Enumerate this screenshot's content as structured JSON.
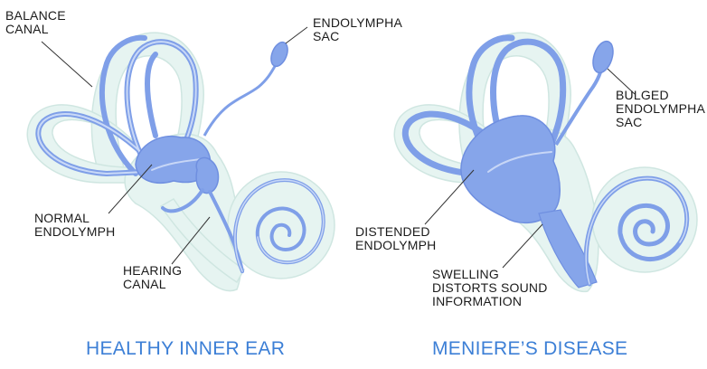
{
  "left_panel": {
    "labels": {
      "balance_canal": [
        "BALANCE",
        "CANAL"
      ],
      "endolympha_sac": [
        "ENDOLYMPHA",
        "SAC"
      ],
      "normal_endolymph": [
        "NORMAL",
        "ENDOLYMPH"
      ],
      "hearing_canal": [
        "HEARING",
        "CANAL"
      ]
    },
    "caption": "HEALTHY INNER EAR"
  },
  "right_panel": {
    "labels": {
      "bulged_sac": [
        "BULGED",
        "ENDOLYMPHA",
        "SAC"
      ],
      "distended_endolymph": [
        "DISTENDED",
        "ENDOLYMPH"
      ],
      "swelling": [
        "SWELLING",
        "DISTORTS SOUND",
        "INFORMATION"
      ]
    },
    "caption": "MENIERE’S DISEASE"
  },
  "colors": {
    "membrane_fill": "#e6f4f1",
    "membrane_stroke": "#c9e3de",
    "duct_blue": "#8aa8ec",
    "duct_dark": "#6f8fe0",
    "pale_blue": "#b7cdf4",
    "label_text": "#1b1b1b",
    "caption_text": "#3c7fd6",
    "leader_line": "#333333"
  }
}
